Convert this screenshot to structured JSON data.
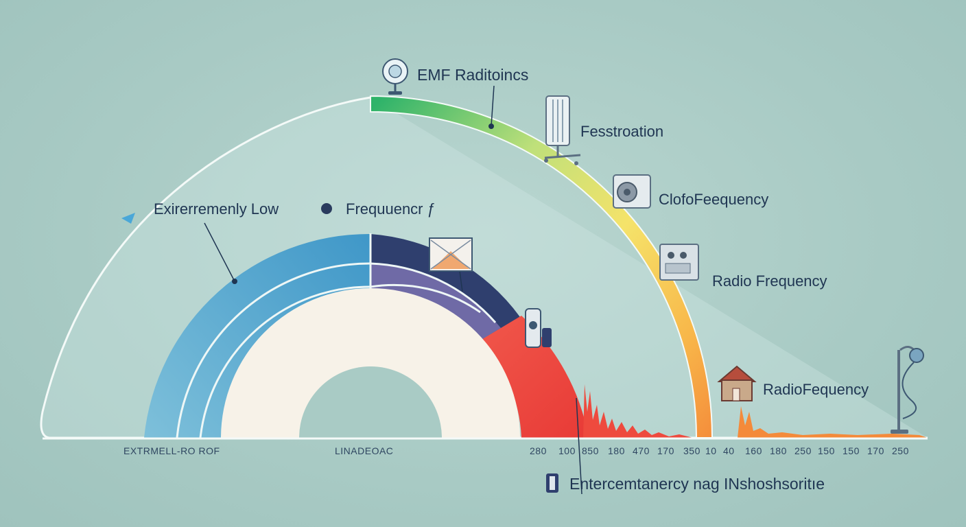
{
  "labels": {
    "emf_title": "EMF Raditoincs",
    "fesstroation": "Fesstroation",
    "ciolo": "ClofoFeequency",
    "radio1": "Radio Frequency",
    "radio2": "RadioFequency",
    "extremely_low": "Exirerremenly Low",
    "frequency_left": "Frequuencr ƒ",
    "bottom_callout": "Entercemtanercy nag INshoshsoritıe"
  },
  "axis": {
    "left_label": "EXTRMELL-RO ROF",
    "center_label": "LINADEOAC",
    "ticks": [
      "280",
      "100",
      "850",
      "180",
      "470",
      "170",
      "350",
      "10",
      "40",
      "160",
      "180",
      "250",
      "150",
      "150",
      "170",
      "250"
    ]
  },
  "icons": [
    "sun-icon",
    "heater-icon",
    "speaker-icon",
    "radio-icon",
    "house-icon",
    "lamp-icon",
    "phone-icon",
    "router-icon",
    "tower-icon"
  ],
  "colors": {
    "background": "#a9cbc5",
    "band_blue": "#5aa9cf",
    "band_navy": "#2f3f6e",
    "band_purple": "#6f6aa6",
    "band_red": "#ee4a3e",
    "spectrum_start": "#2fb36a",
    "spectrum_end": "#f48a3a",
    "label_text": "#1f3552"
  }
}
